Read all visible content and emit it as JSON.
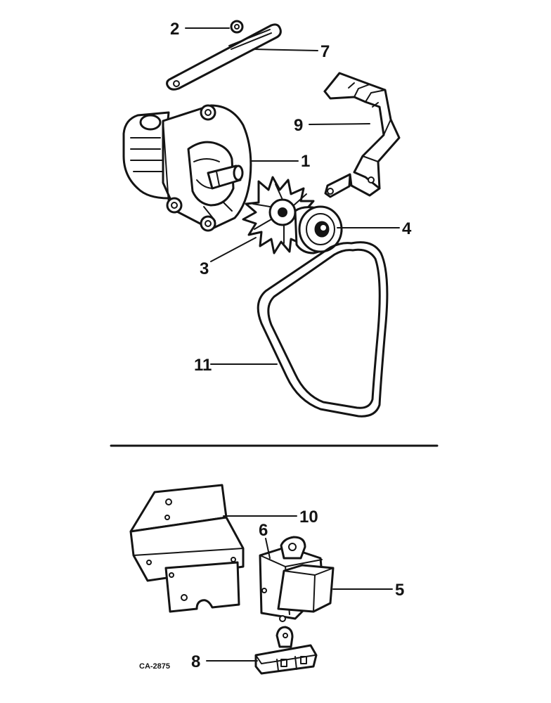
{
  "figure_id": "CA-2875",
  "ink_color": "#141414",
  "background": "#ffffff",
  "callouts": {
    "n1": "1",
    "n2": "2",
    "n3": "3",
    "n4": "4",
    "n5": "5",
    "n6": "6",
    "n7": "7",
    "n8": "8",
    "n9": "9",
    "n10": "10",
    "n11": "11"
  }
}
